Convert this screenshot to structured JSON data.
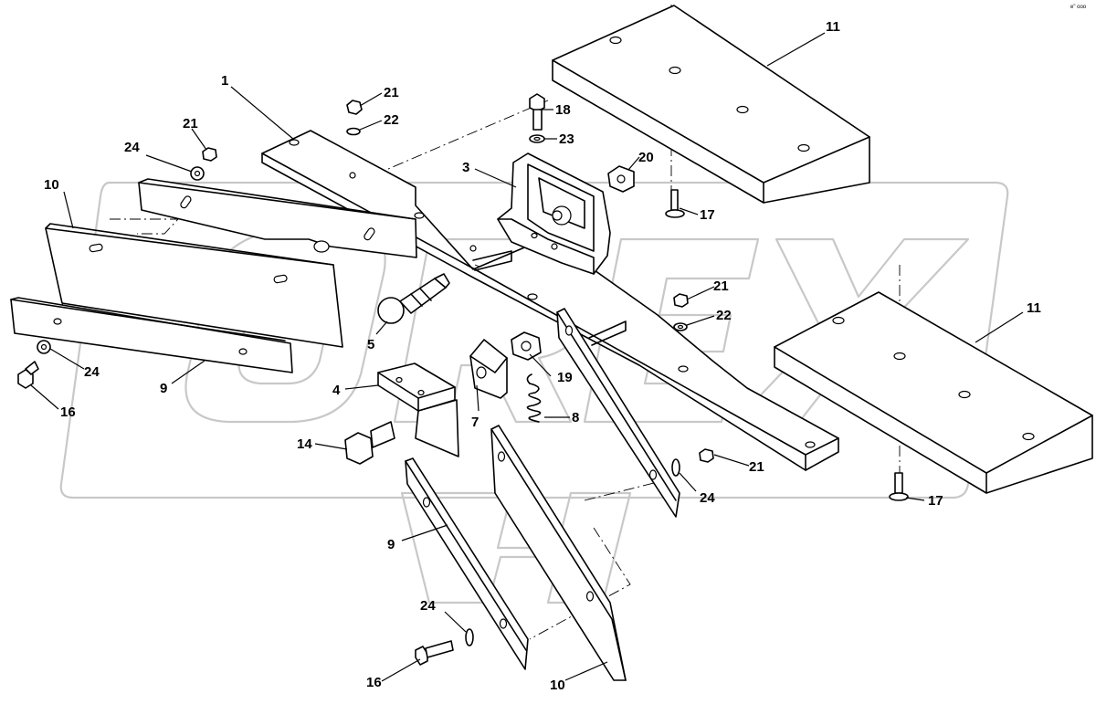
{
  "corner_mark": "e\" ooo",
  "watermark": {
    "text": "OREX",
    "color": "#c8c8c8"
  },
  "callouts": {
    "c1": "1",
    "c3": "3",
    "c4": "4",
    "c5": "5",
    "c7": "7",
    "c8": "8",
    "c9a": "9",
    "c9b": "9",
    "c10a": "10",
    "c10b": "10",
    "c11a": "11",
    "c11b": "11",
    "c14": "14",
    "c16a": "16",
    "c16b": "16",
    "c17a": "17",
    "c17b": "17",
    "c18": "18",
    "c19": "19",
    "c20": "20",
    "c21a": "21",
    "c21b": "21",
    "c21c": "21",
    "c21d": "21",
    "c22a": "22",
    "c22b": "22",
    "c23": "23",
    "c24a": "24",
    "c24b": "24",
    "c24c": "24",
    "c24d": "24"
  }
}
